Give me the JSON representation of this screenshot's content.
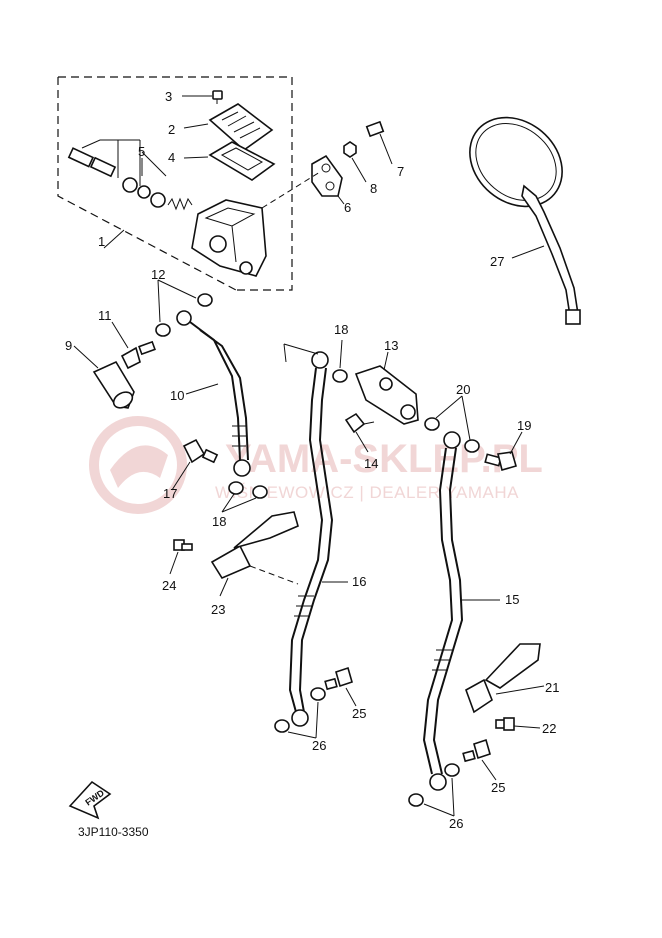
{
  "diagram": {
    "code": "3JP110-3350",
    "fwd_label": "FWD",
    "watermark": {
      "main": "YAMA-SKLEP.PL",
      "sub": "WIŚNIEWOWICZ | DEALER YAMAHA"
    },
    "callouts": {
      "c1": "1",
      "c2": "2",
      "c3": "3",
      "c4": "4",
      "c5": "5",
      "c6": "6",
      "c7": "7",
      "c8": "8",
      "c9": "9",
      "c10": "10",
      "c11": "11",
      "c12": "12",
      "c13": "13",
      "c14": "14",
      "c15": "15",
      "c16": "16",
      "c17": "17",
      "c18a": "18",
      "c18b": "18",
      "c19": "19",
      "c20": "20",
      "c21": "21",
      "c22": "22",
      "c23": "23",
      "c24": "24",
      "c25a": "25",
      "c25b": "25",
      "c26a": "26",
      "c26b": "26",
      "c27": "27"
    }
  }
}
